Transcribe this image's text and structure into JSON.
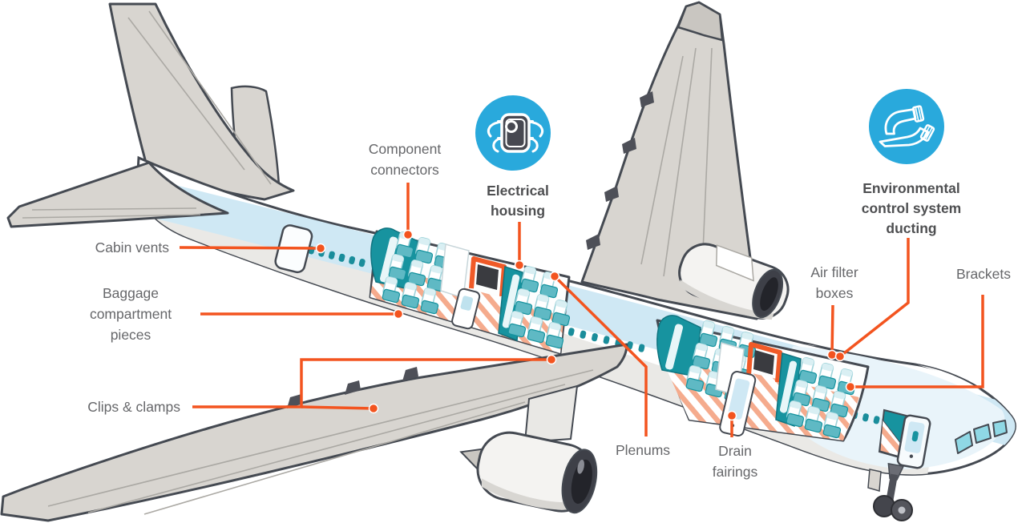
{
  "diagram": {
    "subject": "aircraft-interior-components-cutaway",
    "labels": {
      "component_connectors": "Component connectors",
      "electrical_housing": "Electrical housing",
      "environmental_control": "Environmental control system ducting",
      "cabin_vents": "Cabin vents",
      "baggage_compartment": "Baggage compartment pieces",
      "clips_clamps": "Clips & clamps",
      "plenums": "Plenums",
      "drain_fairings": "Drain fairings",
      "air_filter_boxes": "Air filter boxes",
      "brackets": "Brackets"
    },
    "icons": {
      "electrical_housing_icon": "electrical-housing-icon",
      "ecs_ducting_icon": "environmental-control-ducting-icon"
    },
    "colors": {
      "leader_orange": "#F3541F",
      "door_orange": "#F05A28",
      "icon_blue": "#29A9DC",
      "teal_dark": "#17939F",
      "seat_teal": "#5FB9C4",
      "band_blue": "#CFE8F4",
      "label_gray": "#66676A",
      "label_dark": "#4E4F51",
      "airframe_gray": "#D8D5D0",
      "outline": "#454A52"
    }
  }
}
